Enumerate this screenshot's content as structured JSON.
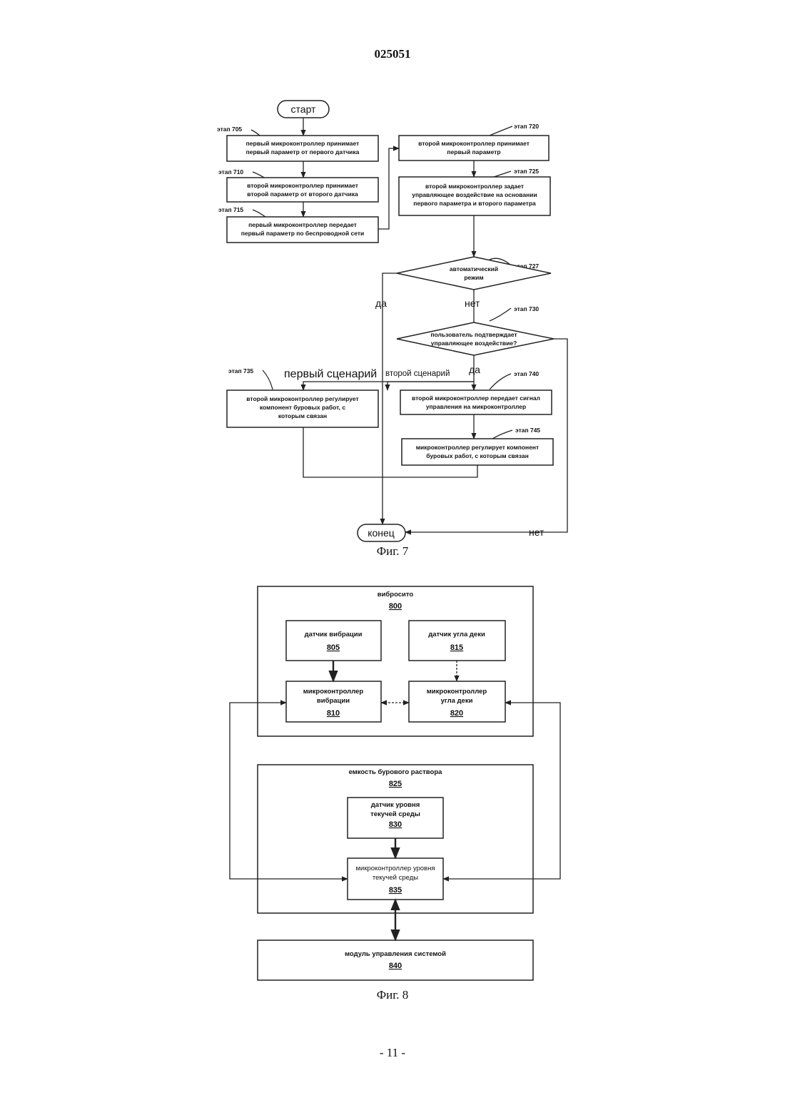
{
  "header": {
    "doc_number": "025051"
  },
  "footer": {
    "page": "- 11 -"
  },
  "fig7": {
    "caption": "Фиг. 7",
    "start": "старт",
    "end": "конец",
    "steps": [
      {
        "tag": "этап 705",
        "lines": [
          "первый микроконтроллер принимает",
          "первый параметр от первого датчика"
        ]
      },
      {
        "tag": "этап 710",
        "lines": [
          "второй микроконтроллер принимает",
          "второй параметр от второго датчика"
        ]
      },
      {
        "tag": "этап 715",
        "lines": [
          "первый микроконтроллер передает",
          "первый параметр по беспроводной сети"
        ]
      },
      {
        "tag": "этап 720",
        "lines": [
          "второй микроконтроллер принимает",
          "первый параметр"
        ]
      },
      {
        "tag": "этап 725",
        "lines": [
          "второй микроконтроллер задает",
          "управляющее воздействие на основании",
          "первого параметра и второго параметра"
        ]
      },
      {
        "tag": "этап 727",
        "lines": [
          "автоматический",
          "режим"
        ]
      },
      {
        "tag": "этап 730",
        "lines": [
          "пользователь подтверждает",
          "управляющее воздействие?"
        ]
      },
      {
        "tag": "этап 735",
        "lines": [
          "второй микроконтроллер регулирует",
          "компонент буровых работ, с",
          "которым связан"
        ]
      },
      {
        "tag": "этап 740",
        "lines": [
          "второй микроконтроллер передает сигнал",
          "управления на микроконтроллер"
        ]
      },
      {
        "tag": "этап 745",
        "lines": [
          "микроконтроллер регулирует компонент",
          "буровых работ, с которым связан"
        ]
      }
    ],
    "labels": {
      "yes_727": "да",
      "no_727": "нет",
      "yes_730": "да",
      "no_730": "нет",
      "scenario1": "первый сценарий",
      "scenario2": "второй сценарий"
    }
  },
  "fig8": {
    "caption": "Фиг. 8",
    "shaker": {
      "title": "вибросито",
      "num": "800"
    },
    "vib_sensor": {
      "lines": [
        "датчик вибрации"
      ],
      "num": "805"
    },
    "deck_sensor": {
      "lines": [
        "датчик угла деки"
      ],
      "num": "815"
    },
    "vib_mc": {
      "lines": [
        "микроконтроллер",
        "вибрации"
      ],
      "num": "810"
    },
    "deck_mc": {
      "lines": [
        "микроконтроллер",
        "угла деки"
      ],
      "num": "820"
    },
    "tank": {
      "title": "емкость бурового раствора",
      "num": "825"
    },
    "level_sensor": {
      "lines": [
        "датчик уровня",
        "текучей среды"
      ],
      "num": "830"
    },
    "level_mc": {
      "lines": [
        "микроконтроллер уровня",
        "текучей среды"
      ],
      "num": "835"
    },
    "control": {
      "lines": [
        "модуль управления системой"
      ],
      "num": "840"
    }
  }
}
